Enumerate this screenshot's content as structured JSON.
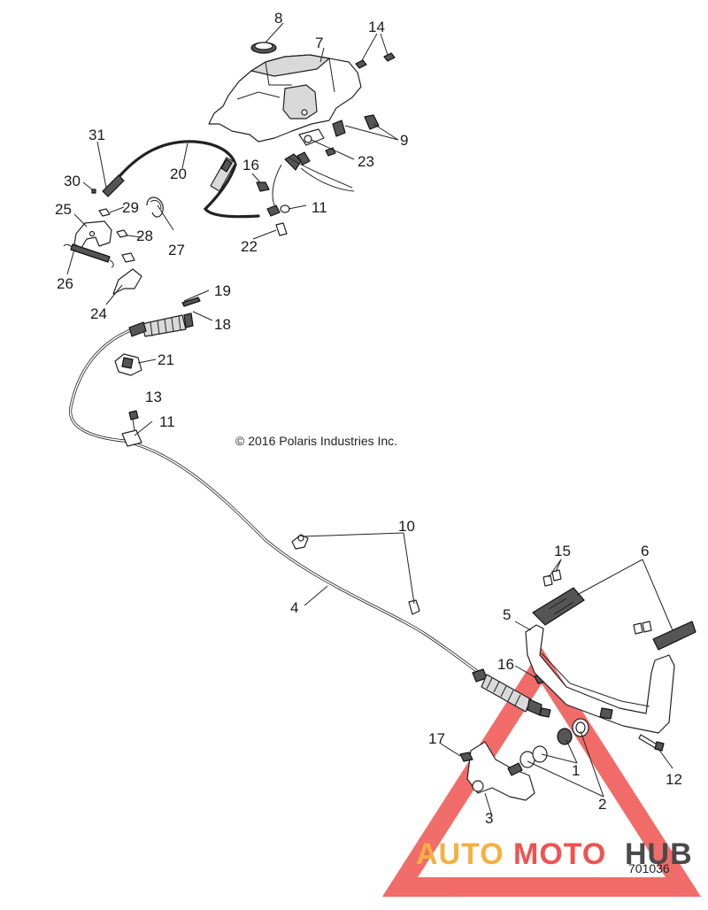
{
  "copyright": "© 2016  Polaris Industries Inc.",
  "diagram_number": "701036",
  "watermark": {
    "part1": "AUTO",
    "part2": "MOTO",
    "part3": "HUB",
    "color_auto": "#f5b041",
    "color_moto": "#ef5350",
    "color_hub": "#4a4a4a",
    "triangle_color": "#ef5350"
  },
  "callouts": {
    "c1": "1",
    "c2": "2",
    "c3": "3",
    "c4": "4",
    "c5": "5",
    "c6": "6",
    "c7": "7",
    "c8": "8",
    "c9": "9",
    "c10": "10",
    "c11a": "11",
    "c11b": "11",
    "c12": "12",
    "c13": "13",
    "c14": "14",
    "c15": "15",
    "c16a": "16",
    "c16b": "16",
    "c17": "17",
    "c18": "18",
    "c19": "19",
    "c20": "20",
    "c21": "21",
    "c22": "22",
    "c23": "23",
    "c24": "24",
    "c25": "25",
    "c26": "26",
    "c27": "27",
    "c28": "28",
    "c29": "29",
    "c30": "30",
    "c31": "31"
  }
}
